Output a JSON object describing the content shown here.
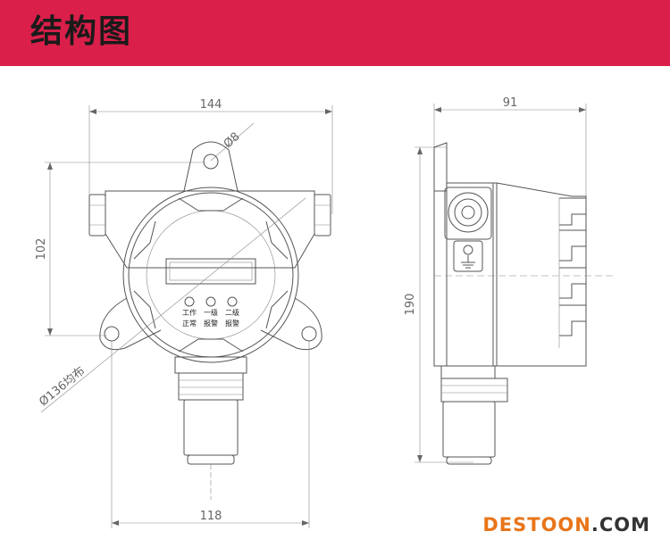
{
  "header": {
    "title": "结构图",
    "accent_color": "#d91f4a"
  },
  "front_view": {
    "dim_width": "144",
    "dim_hole": "Ø8",
    "dim_height": "102",
    "dim_pcd": "Ø136均布",
    "dim_bottom": "118",
    "indicators": [
      {
        "line1": "工作",
        "line2": "正常"
      },
      {
        "line1": "一级",
        "line2": "报警"
      },
      {
        "line1": "二级",
        "line2": "报警"
      }
    ]
  },
  "side_view": {
    "dim_depth": "91",
    "dim_height": "190"
  },
  "watermark": {
    "part1": "DESTOON",
    "part2": ".COM"
  }
}
